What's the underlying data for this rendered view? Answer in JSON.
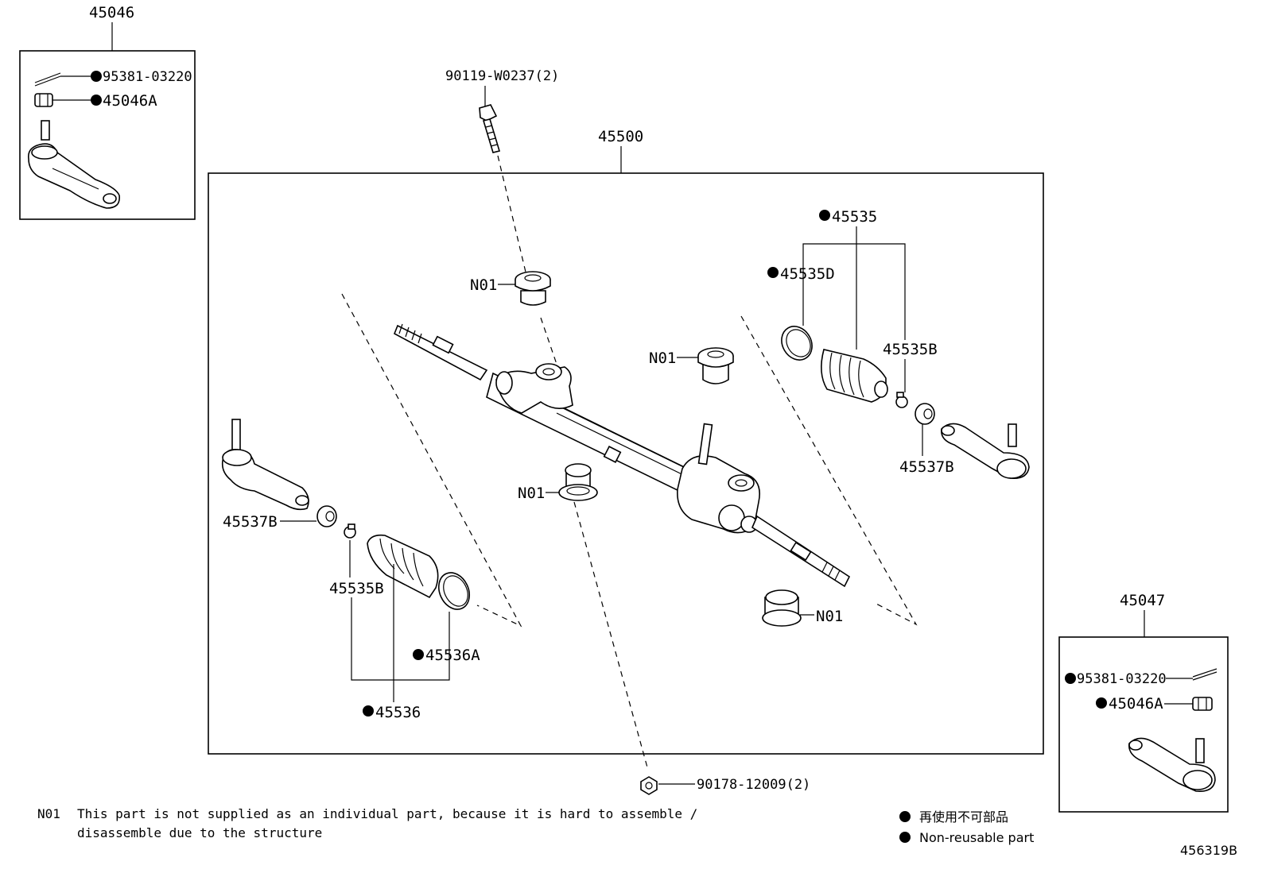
{
  "boxes": {
    "left_top_assembly": "45046",
    "main_assembly": "45500",
    "right_bottom_assembly": "45047"
  },
  "labels": {
    "cotter_pin_left": "95381-03220",
    "nut_left": "45046A",
    "bolt_top": "90119-W0237(2)",
    "boot_kit_right": "45535",
    "clamp_right_large": "45535D",
    "clamp_right_small": "45535B",
    "bushing_right": "45537B",
    "bushing_left": "45537B",
    "clamp_left_small": "45535B",
    "clamp_left_large": "45536A",
    "boot_kit_left": "45536",
    "n01_a": "N01",
    "n01_b": "N01",
    "n01_c": "N01",
    "n01_d": "N01",
    "nut_bottom": "90178-12009(2)",
    "cotter_pin_right": "95381-03220",
    "nut_right": "45046A"
  },
  "footnote": {
    "code": "N01",
    "line1": "This part is not supplied as an individual part, because it is hard to assemble /",
    "line2": "disassemble due to the structure"
  },
  "legend": {
    "japanese": "再使用不可部品",
    "english": "Non-reusable part"
  },
  "figure_id": "456319B"
}
